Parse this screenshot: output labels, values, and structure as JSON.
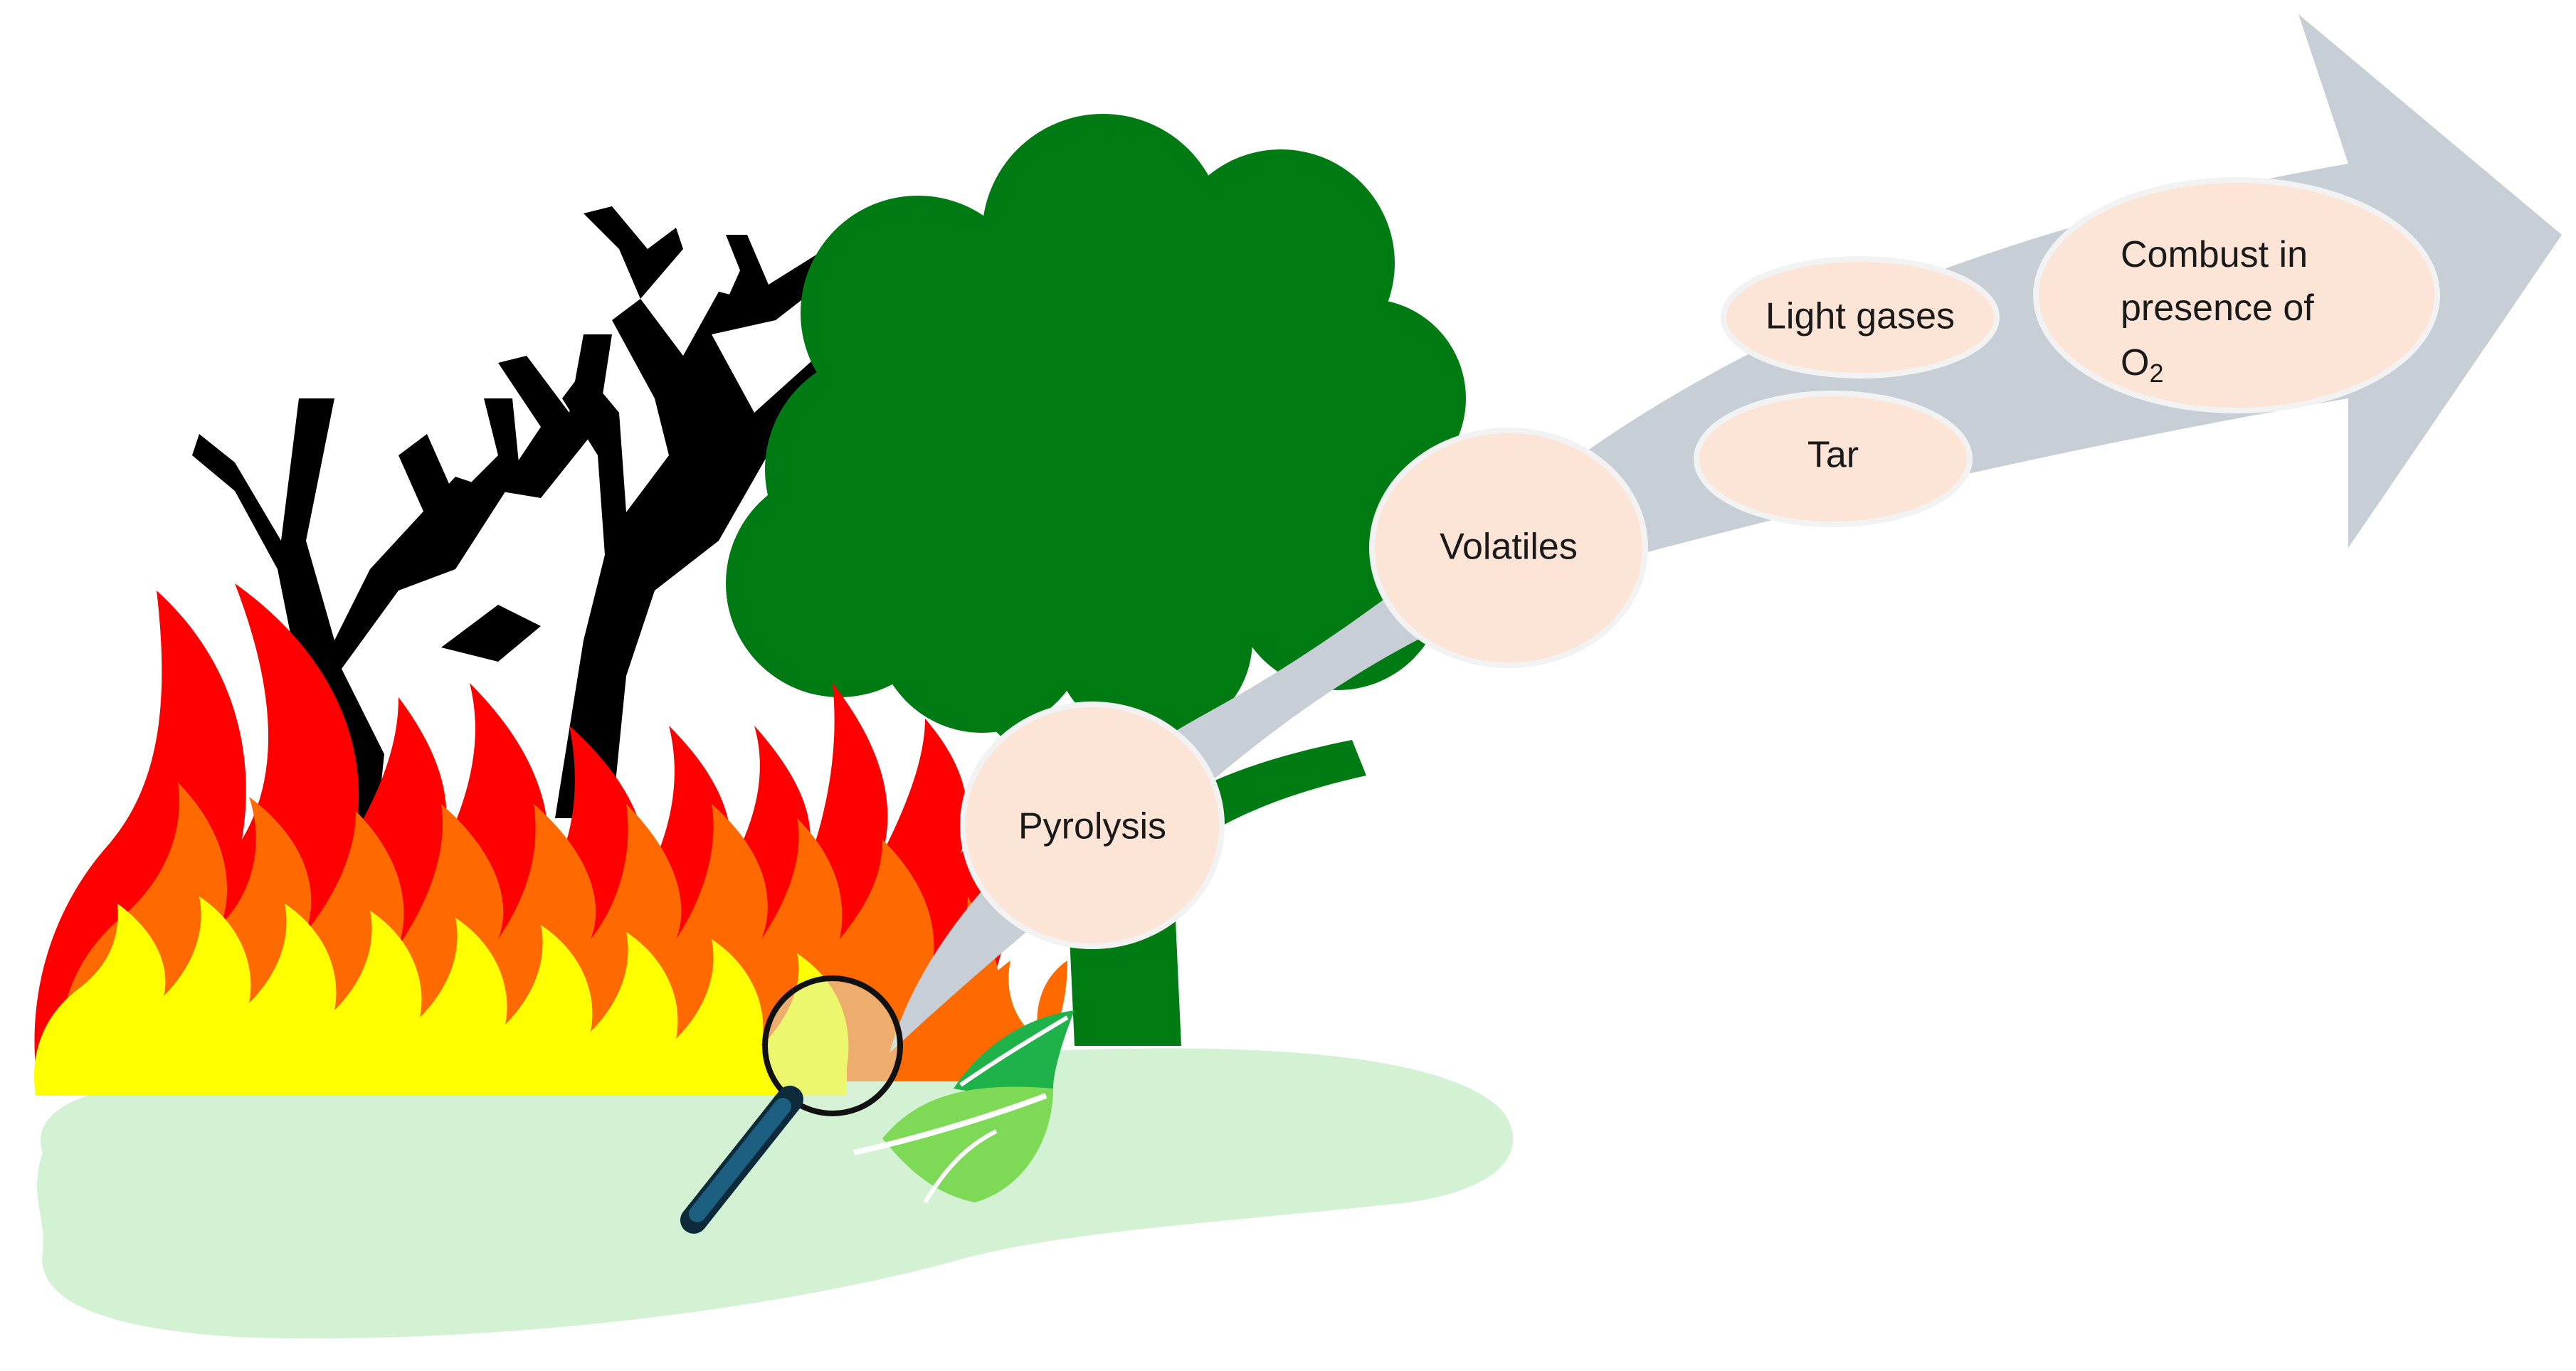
{
  "diagram": {
    "stages": {
      "pyrolysis": "Pyrolysis",
      "volatiles": "Volatiles",
      "light_gases": "Light gases",
      "tar": "Tar",
      "combust_line1": "Combust in",
      "combust_line2": "presence of",
      "combust_line3_base": "O",
      "combust_line3_sub": "2"
    },
    "icons": {
      "fire": "fire-icon",
      "burnt_tree": "burnt-tree-icon",
      "green_tree": "tree-icon",
      "magnifier": "magnifying-glass-icon",
      "leaves": "leaf-icon",
      "ground": "grass-ground-icon",
      "arrow": "process-arrow-icon"
    },
    "colors": {
      "flame_red": "#ff0000",
      "flame_orange": "#ff6a00",
      "flame_yellow": "#ffff00",
      "tree_green": "#007a12",
      "ground": "#d3f2d3",
      "arrow": "#c8ced6",
      "bubble_fill": "#fce4d6",
      "bubble_stroke": "#f2f2f2",
      "magnifier_handle": "#1d5f80",
      "leaf_dark": "#1fb14a",
      "leaf_light": "#7ed957"
    }
  }
}
